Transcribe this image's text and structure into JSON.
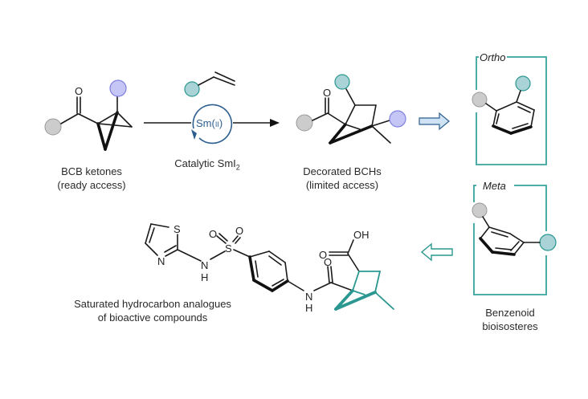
{
  "colors": {
    "teal": "#2a9790",
    "teal_sub": "#a9d3d6",
    "grey_sub": "#cccccc",
    "purple_sub": "#c5c6f5",
    "purple_stroke": "#7f80e0",
    "sm_blue": "#2e5f8f",
    "arrow_fill_blue": "#cfe3f5"
  },
  "labels": {
    "bcb_line1": "BCB ketones",
    "bcb_line2": "(ready access)",
    "catalyst": "Catalytic SmI",
    "catalyst_sub": "2",
    "sm_label": "Sm(",
    "sm_ox": "II",
    "sm_close": ")",
    "bch_line1": "Decorated BCHs",
    "bch_line2": "(limited access)",
    "ortho": "Ortho",
    "meta": "Meta",
    "benzenoid_line1": "Benzenoid",
    "benzenoid_line2": "bioisosteres",
    "analogue_line1": "Saturated hydrocarbon analogues",
    "analogue_line2": "of bioactive compounds"
  },
  "atoms": {
    "O": "O",
    "S": "S",
    "N": "N",
    "H": "H",
    "OH": "OH"
  }
}
